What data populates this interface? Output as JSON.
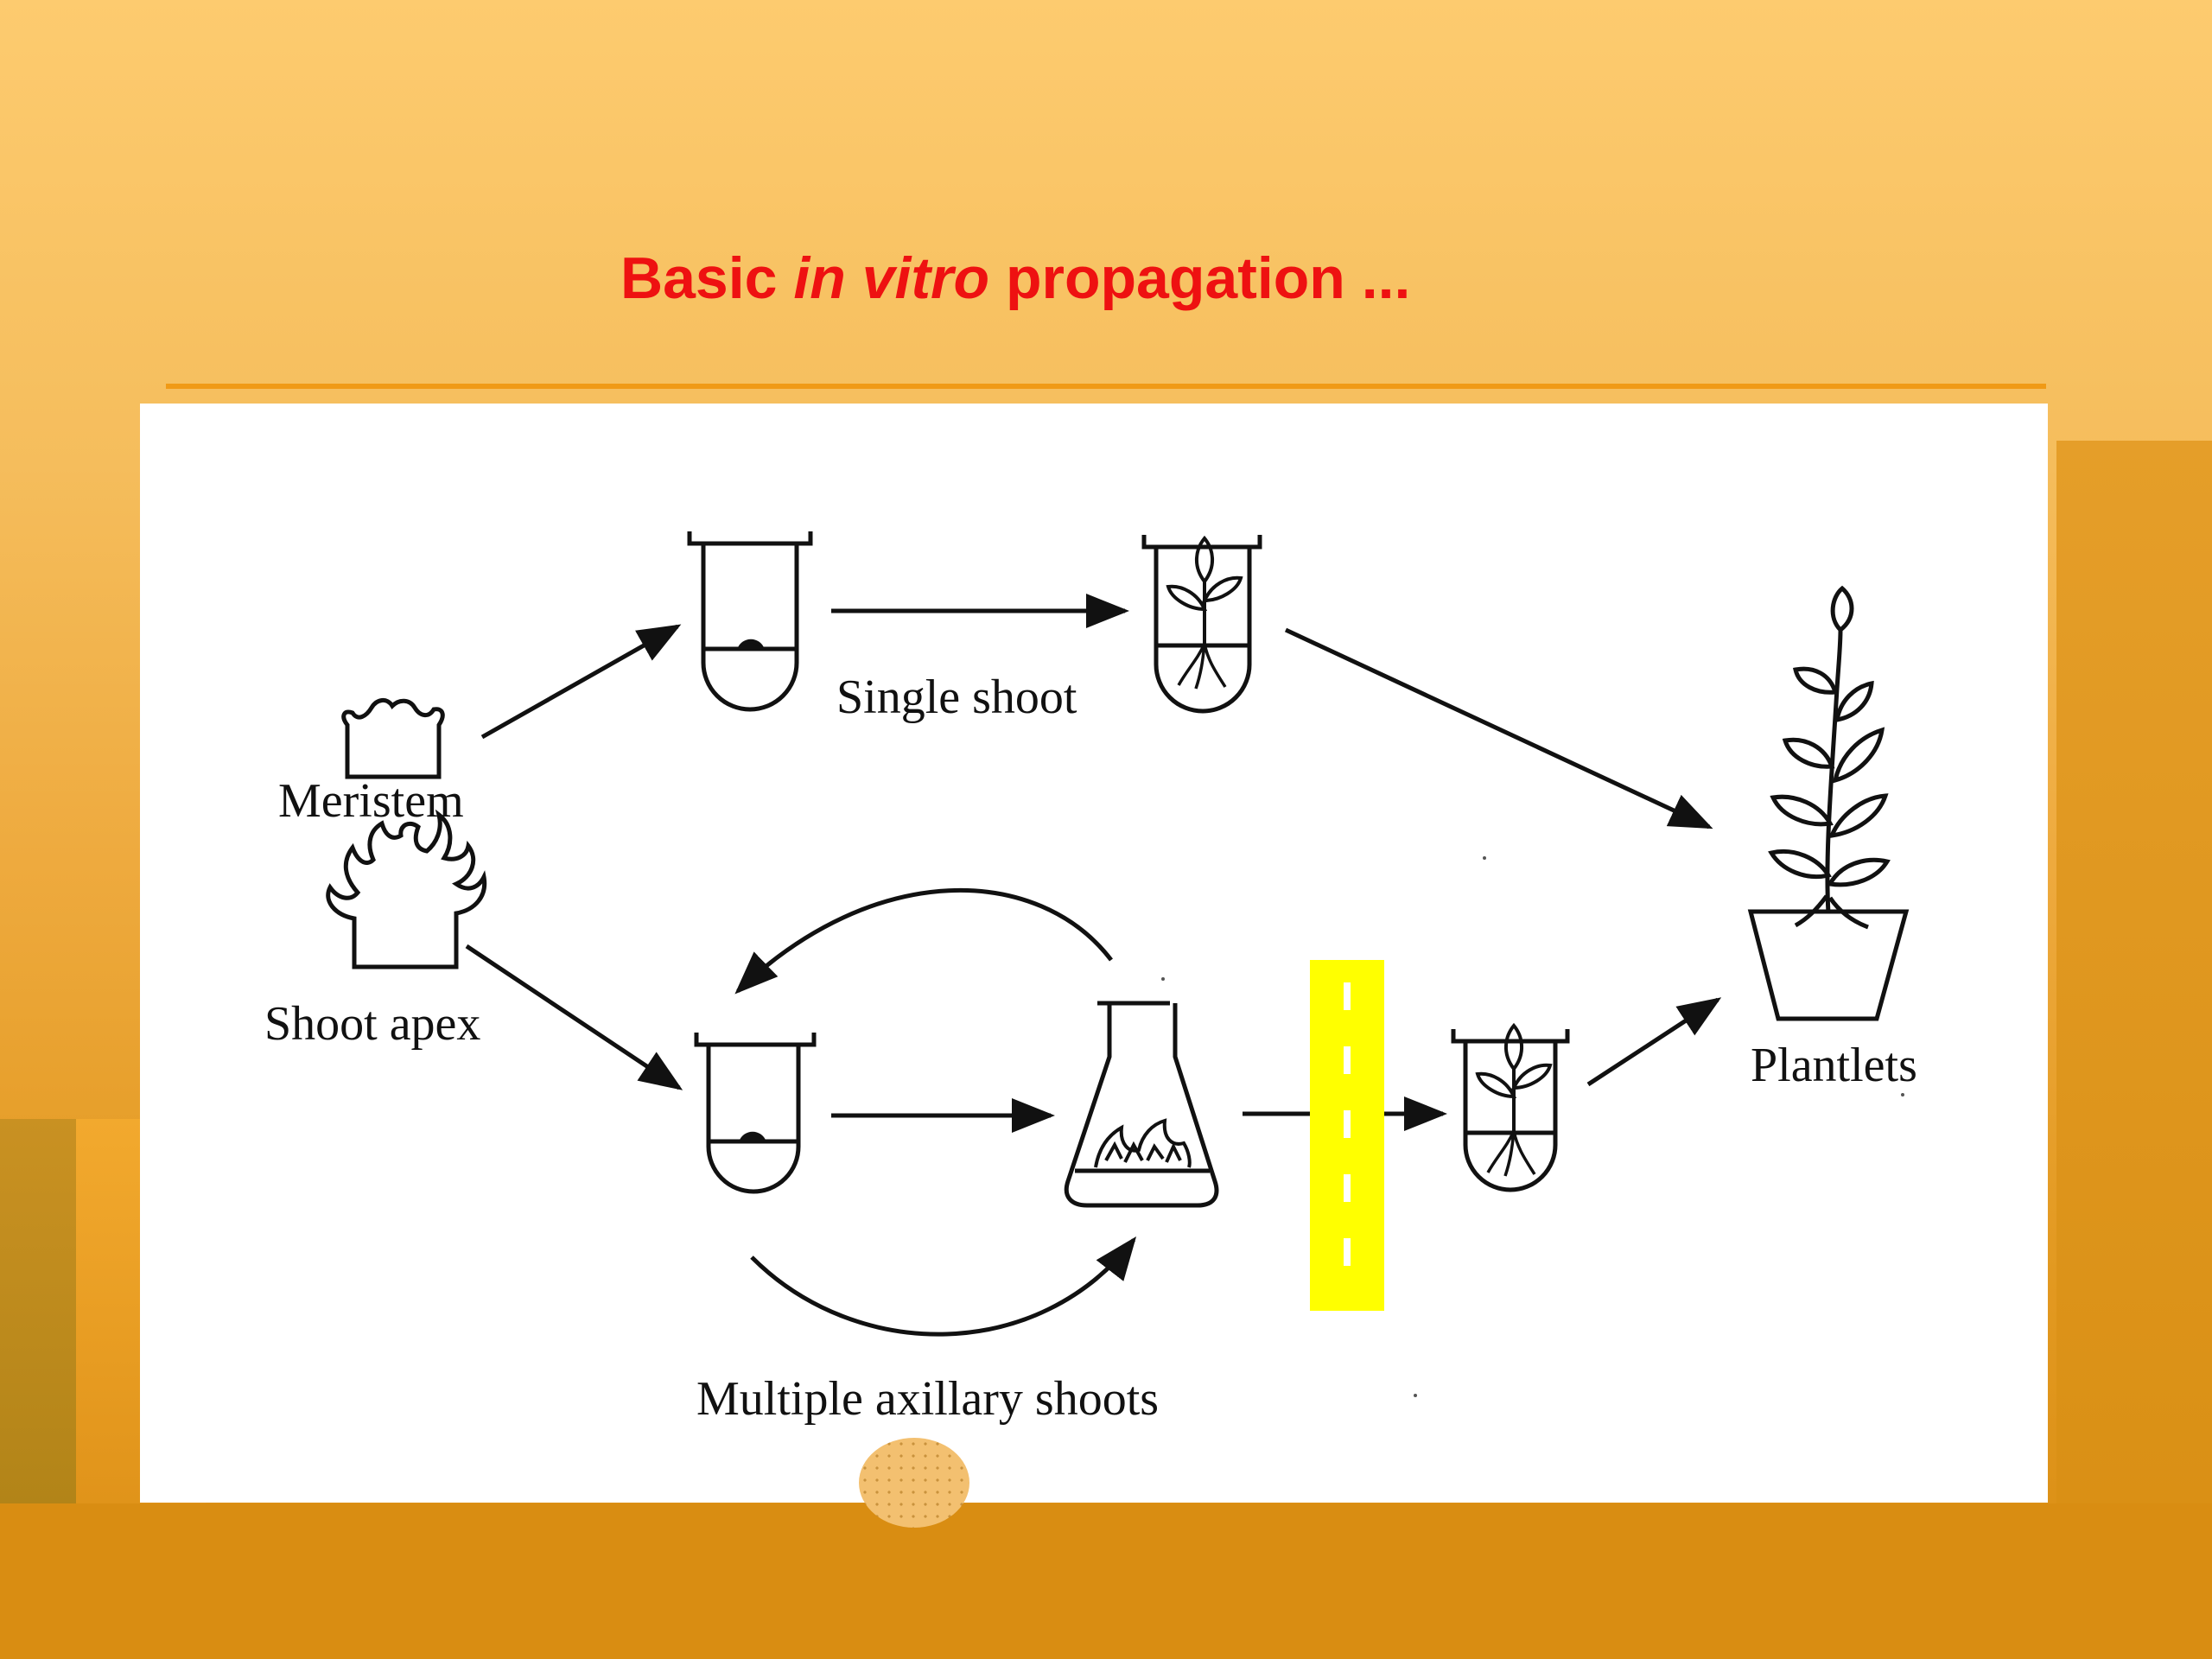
{
  "slide": {
    "title_prefix": "Basic",
    "title_italic": "in vitro",
    "title_suffix": "propagation ..."
  },
  "diagram": {
    "labels": {
      "meristem": "Meristem",
      "shoot_apex": "Shoot apex",
      "single_shoot": "Single shoot",
      "multiple_axillary_shoots": "Multiple axillary shoots",
      "plantlets": "Plantlets"
    }
  }
}
